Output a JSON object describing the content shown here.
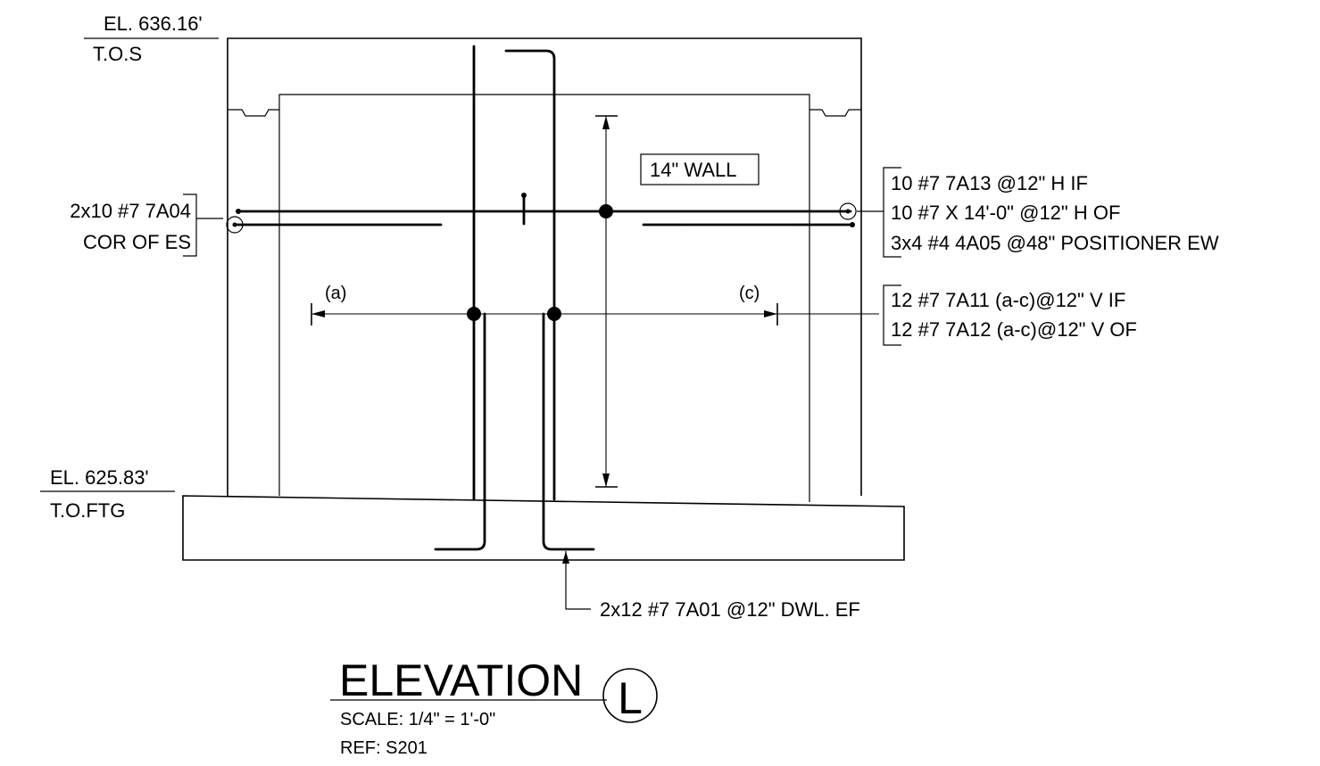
{
  "elevations": {
    "top": {
      "elevation": "EL. 636.16'",
      "name": "T.O.S"
    },
    "footing": {
      "elevation": "EL. 625.83'",
      "name": "T.O.FTG"
    }
  },
  "wall_tag": "14\" WALL",
  "callouts": {
    "left": [
      "2x10 #7 7A04",
      "COR OF ES"
    ],
    "right_horizontal": [
      "10 #7 7A13 @12\" H IF",
      "10 #7 X 14'-0\" @12\" H OF",
      "3x4 #4 4A05 @48\" POSITIONER EW"
    ],
    "right_vertical": [
      "12 #7 7A11 (a-c)@12\" V IF",
      "12 #7 7A12 (a-c)@12\" V OF"
    ],
    "dowel": "2x12 #7 7A01 @12\" DWL. EF"
  },
  "range_marks": {
    "start": "(a)",
    "end": "(c)"
  },
  "title_block": {
    "title": "ELEVATION",
    "detail_mark": "L",
    "scale": "SCALE: 1/4\" = 1'-0\"",
    "ref": "REF: S201"
  }
}
